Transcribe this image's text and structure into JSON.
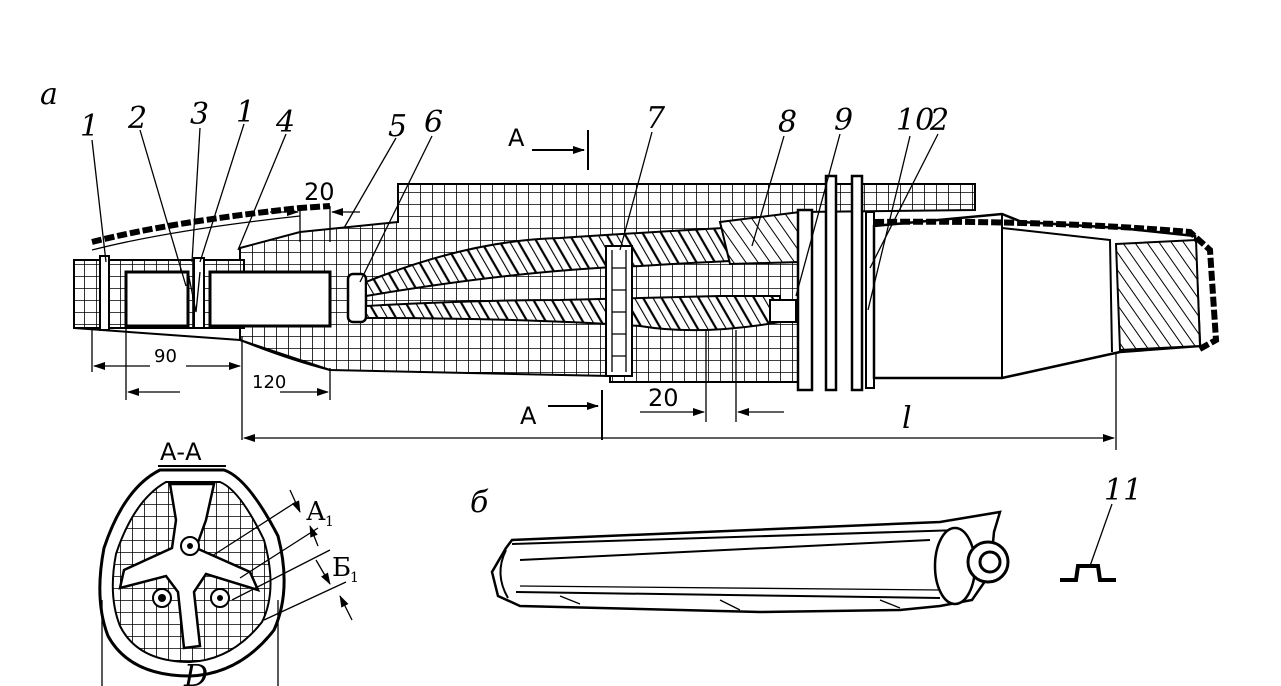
{
  "figure": {
    "view_a_label": "а",
    "view_b_label": "б",
    "callouts": [
      "1",
      "2",
      "3",
      "1",
      "4",
      "5",
      "6",
      "7",
      "8",
      "9",
      "10",
      "2"
    ],
    "callout_11": "11",
    "section_marks": {
      "top": "А",
      "bottom": "А",
      "section_title": "А-А"
    },
    "dimensions": {
      "d20_left": "20",
      "d90": "90",
      "d120": "120",
      "d20_mid": "20",
      "length": "l",
      "diameter": "D"
    },
    "section_letters": {
      "a": "А",
      "a_sub": "1",
      "b": "Б",
      "b_sub": "1"
    }
  }
}
